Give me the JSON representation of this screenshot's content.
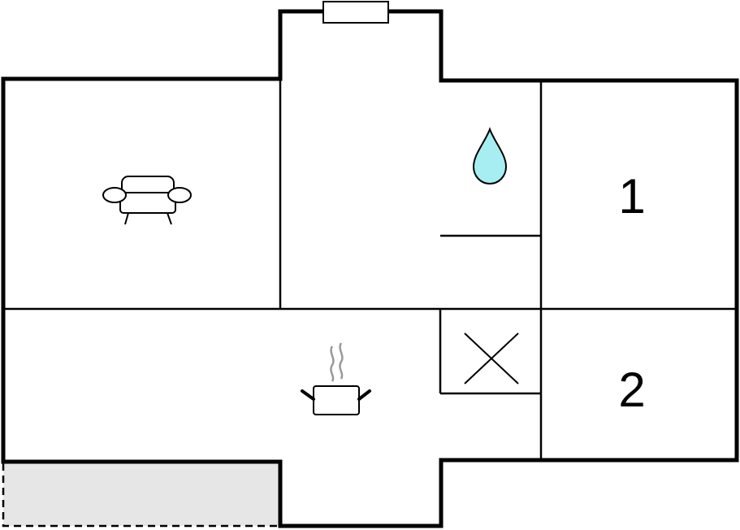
{
  "floorplan": {
    "rooms": [
      {
        "id": "bedroom-1",
        "label": "1"
      },
      {
        "id": "bedroom-2",
        "label": "2"
      }
    ],
    "icons": [
      {
        "room": "living-room",
        "icon": "sofa-icon"
      },
      {
        "room": "bathroom",
        "icon": "water-drop-icon"
      },
      {
        "room": "kitchen",
        "icon": "cooking-pot-icon"
      },
      {
        "room": "storage",
        "icon": "cross-icon"
      },
      {
        "room": "entrance",
        "icon": "window-icon"
      }
    ],
    "colors": {
      "wall": "#000000",
      "water_drop": "#a6eef2",
      "terrace": "#e6e6e6",
      "steam": "#999999"
    }
  }
}
